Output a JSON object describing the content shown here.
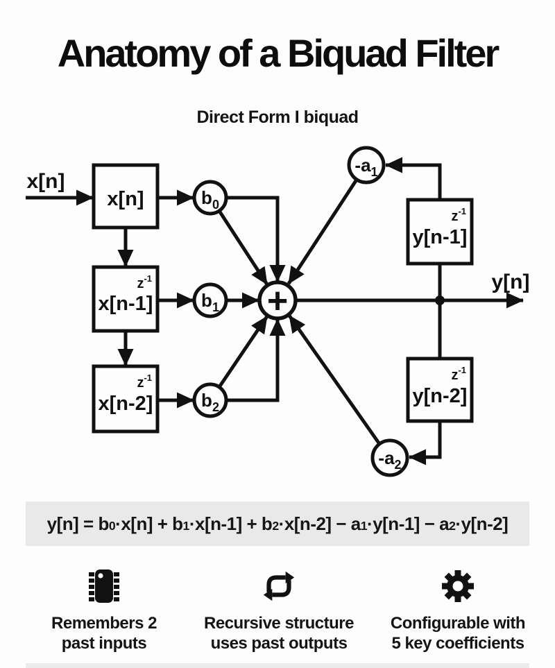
{
  "page": {
    "title": "Anatomy of a Biquad Filter"
  },
  "diagram": {
    "subtitle": "Direct Form I biquad",
    "input_label": "x[n]",
    "output_label": "y[n]",
    "sum_symbol": "+",
    "boxes": {
      "x0": {
        "label": "x[n]"
      },
      "x1": {
        "label": "x[n-1]",
        "delay_base": "z",
        "delay_exp": "-1"
      },
      "x2": {
        "label": "x[n-2]",
        "delay_base": "z",
        "delay_exp": "-1"
      },
      "y1": {
        "label": "y[n-1]",
        "delay_base": "z",
        "delay_exp": "-1"
      },
      "y2": {
        "label": "y[n-2]",
        "delay_base": "z",
        "delay_exp": "-1"
      }
    },
    "gains": {
      "b0": {
        "base": "b",
        "sub": "0"
      },
      "b1": {
        "base": "b",
        "sub": "1"
      },
      "b2": {
        "base": "b",
        "sub": "2"
      },
      "a1": {
        "base": "-a",
        "sub": "1"
      },
      "a2": {
        "base": "-a",
        "sub": "2"
      }
    }
  },
  "equation": {
    "parts": [
      {
        "t": "y[n] = b"
      },
      {
        "t": "0",
        "small": true
      },
      {
        "t": "·x[n] + b"
      },
      {
        "t": "1",
        "small": true
      },
      {
        "t": "·x[n-1] + b"
      },
      {
        "t": "2",
        "small": true
      },
      {
        "t": "·x[n-2] − a"
      },
      {
        "t": "1",
        "small": true
      },
      {
        "t": "·y[n-1] − a"
      },
      {
        "t": "2",
        "small": true
      },
      {
        "t": "·y[n-2]"
      }
    ]
  },
  "features": [
    {
      "icon": "chip-icon",
      "line1": "Remembers 2",
      "line2": "past inputs"
    },
    {
      "icon": "repeat-icon",
      "line1": "Recursive structure",
      "line2": "uses past outputs"
    },
    {
      "icon": "gear-icon",
      "line1": "Configurable with",
      "line2": "5 key coefficients"
    }
  ],
  "colors": {
    "ink": "#111111",
    "equation_bg": "#e9e9e9",
    "background": "#fdfdfd"
  }
}
